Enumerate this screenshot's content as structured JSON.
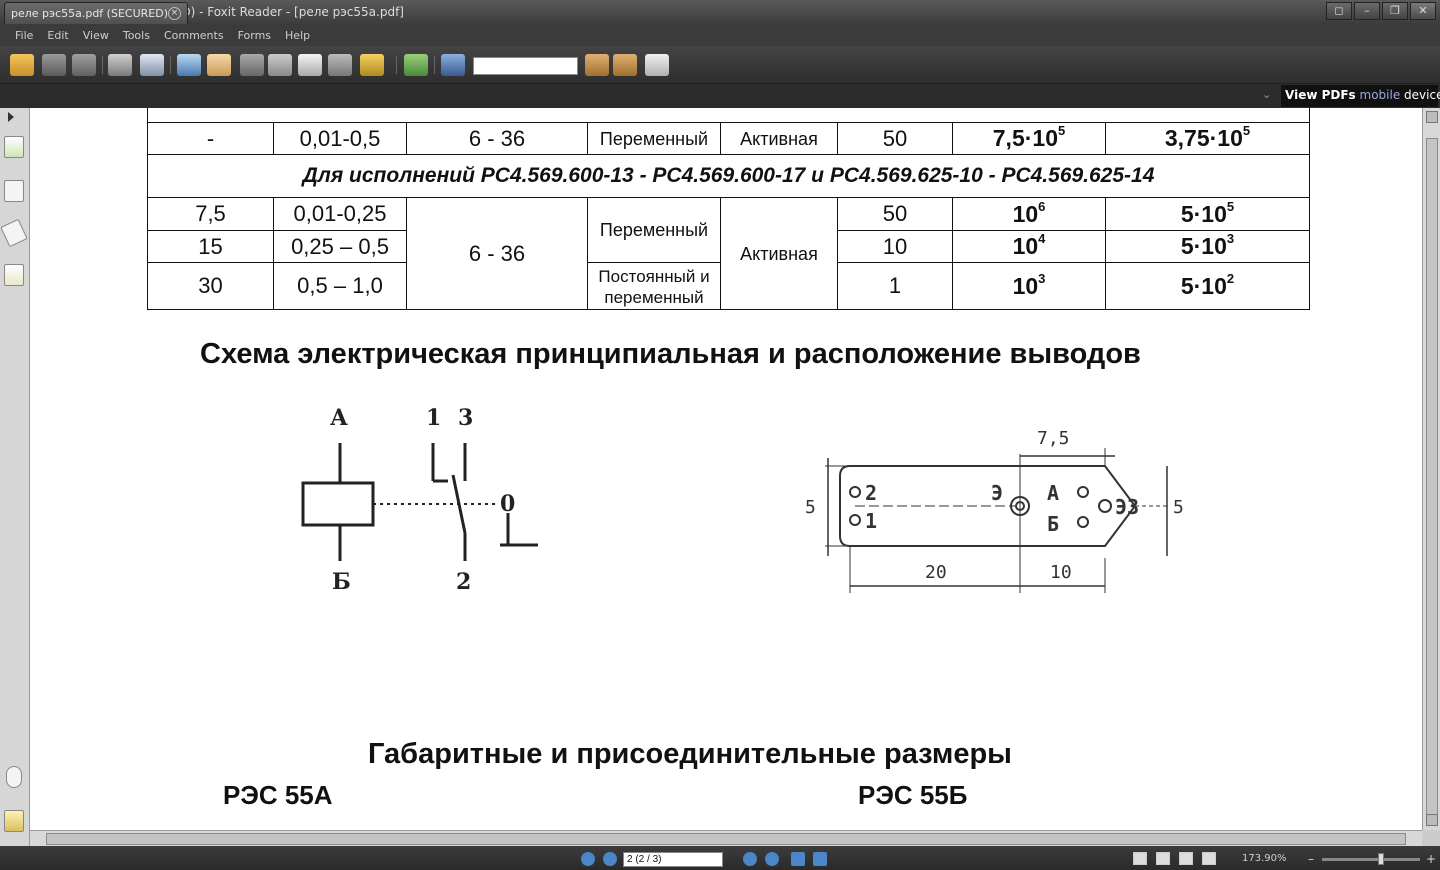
{
  "window": {
    "title": "реле рэс55а.pdf (SECURED) - Foxit Reader - [реле рэс55а.pdf]",
    "controls": [
      "◻",
      "–",
      "❐",
      "✕"
    ]
  },
  "menu": [
    "File",
    "Edit",
    "View",
    "Tools",
    "Comments",
    "Forms",
    "Help"
  ],
  "toolbar": {
    "find_value": ""
  },
  "tab": {
    "label": "реле рэс55а.pdf (SECURED)",
    "close": "×"
  },
  "tab_menu": "⌄",
  "promo": {
    "part1": "View PDFs",
    "part2": "mobile",
    "part3": "devices"
  },
  "document": {
    "table": {
      "row_top": [
        "-",
        "0,01-0,5",
        "6 - 36",
        "Переменный",
        "Активная",
        "50"
      ],
      "row_top_b1": "7,5·10",
      "row_top_b1_sup": "5",
      "row_top_b2": "3,75·10",
      "row_top_b2_sup": "5",
      "span_header": "Для исполнений РС4.569.600-13 - РС4.569.600-17 и РС4.569.625-10 - РС4.569.625-14",
      "col1": [
        "7,5",
        "15",
        "30"
      ],
      "col2": [
        "0,01-0,25",
        "0,25 – 0,5",
        "0,5 – 1,0"
      ],
      "voltage": "6 - 36",
      "current_type_1": "Переменный",
      "current_type_2": "Постоянный и переменный",
      "load": "Активная",
      "freq": [
        "50",
        "10",
        "1"
      ],
      "b1_base": [
        "10",
        "10",
        "10"
      ],
      "b1_sup": [
        "6",
        "4",
        "3"
      ],
      "b2_base": [
        "5·10",
        "5·10",
        "5·10"
      ],
      "b2_sup": [
        "5",
        "3",
        "2"
      ]
    },
    "heading_schema": "Схема электрическая принципиальная и расположение выводов",
    "schema": {
      "label_A": "А",
      "label_B": "Б",
      "label_1": "1",
      "label_3": "3",
      "label_0": "0",
      "label_2": "2"
    },
    "pinout": {
      "dim_top": "7,5",
      "dim_left": "5",
      "dim_right": "5",
      "dim_bottom_left": "20",
      "dim_bottom_right": "10",
      "pin_2": "2",
      "pin_1": "1",
      "pin_E": "Э",
      "pin_A": "А",
      "pin_B": "Б",
      "pin_E2": "Э",
      "pin_3": "3"
    },
    "heading_dims": "Габаритные и присоединительные размеры",
    "label_55a": "РЭС 55А",
    "label_55b": "РЭС 55Б"
  },
  "status": {
    "page_input": "2 (2 / 3)",
    "zoom": "173.90%",
    "zoom_minus": "–",
    "zoom_plus": "+"
  }
}
